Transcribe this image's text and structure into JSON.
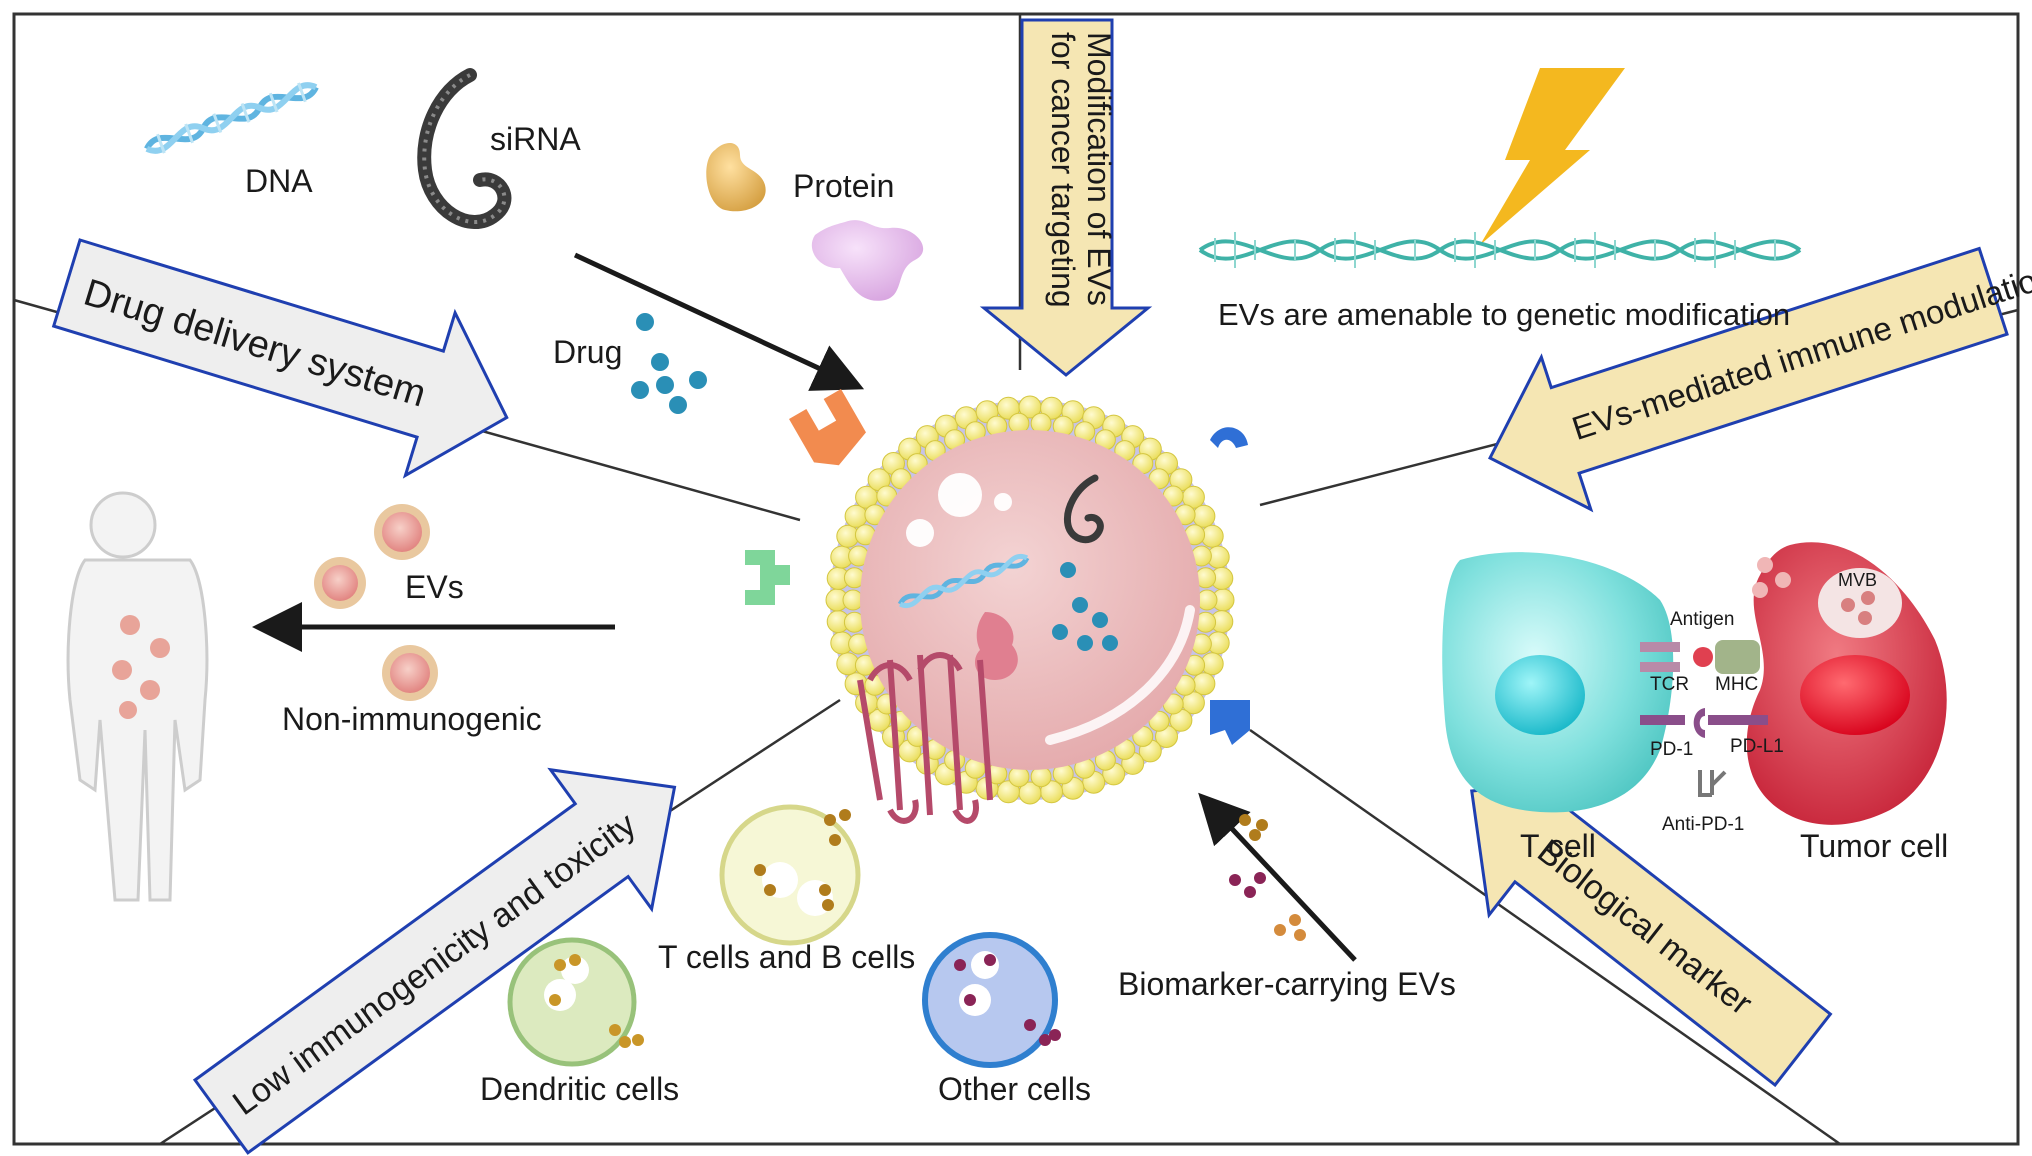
{
  "labels": {
    "dna": "DNA",
    "sirna": "siRNA",
    "protein": "Protein",
    "drug": "Drug",
    "genetic": "EVs are amenable to genetic modification",
    "evs": "EVs",
    "non_immunogenic": "Non-immunogenic",
    "t_b_cells": "T cells and B cells",
    "dendritic": "Dendritic cells",
    "other_cells": "Other cells",
    "biomarker_evs": "Biomarker-carrying EVs",
    "t_cell": "T cell",
    "tumor_cell": "Tumor cell",
    "antigen": "Antigen",
    "tcr": "TCR",
    "mhc": "MHC",
    "pd1": "PD-1",
    "pdl1": "PD-L1",
    "anti_pd1": "Anti-PD-1",
    "mvb": "MVB"
  },
  "arrows": {
    "drug_delivery": "Drug delivery system",
    "modification_line1": "Modification of EVs",
    "modification_line2": "for cancer targeting",
    "immune_modulation": "EVs-mediated immune modulation",
    "low_immunogenicity": "Low immunogenicity and toxicity",
    "biological_marker": "Biological marker"
  },
  "colors": {
    "border": "#333333",
    "arrow_outline": "#1f3fb0",
    "arrow_fill_gray": "#eeeeee",
    "arrow_fill_yellow": "#f5e6b3",
    "membrane_bead": "#f5ec7a",
    "membrane_band": "#c7c3e6",
    "ev_core": "#ecbcbc",
    "t_cell": "#7fe0dd",
    "tumor_cell": "#e04050",
    "dna_blue": "#5fb4e0",
    "lightning": "#f4b81f"
  }
}
